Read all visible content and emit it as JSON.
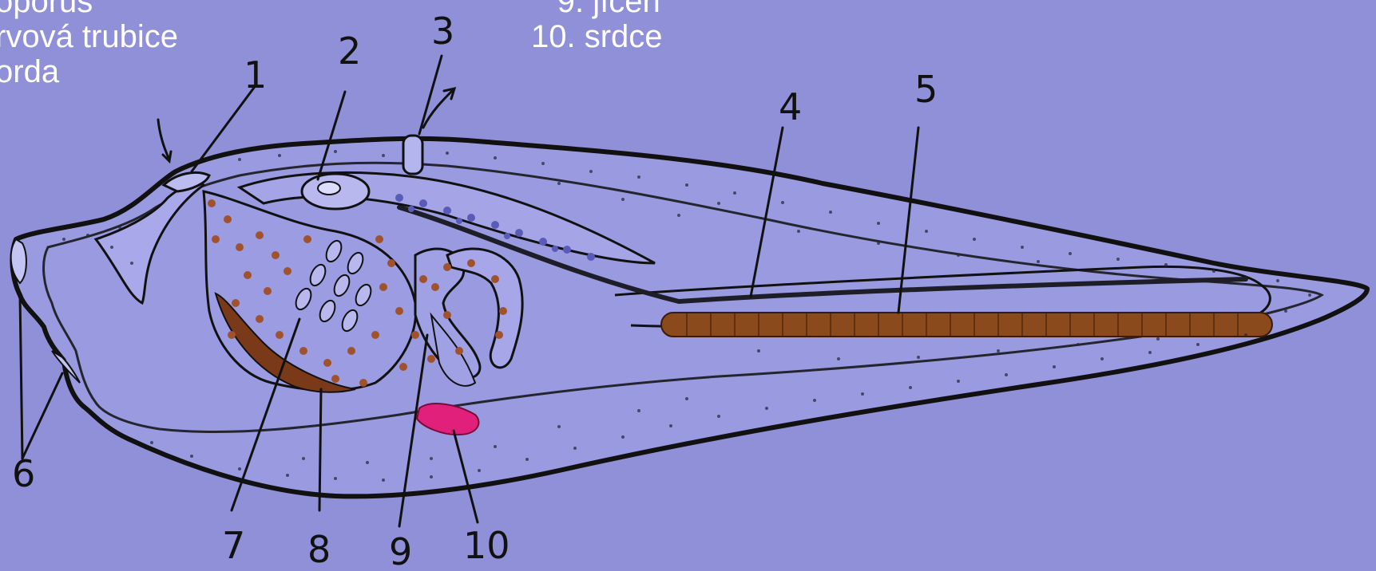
{
  "legend": {
    "left_lines": [
      "oporus",
      "rvová trubice",
      "orda"
    ],
    "right_lines": [
      "9. jícen",
      "10. srdce"
    ]
  },
  "numbers": [
    "1",
    "2",
    "3",
    "4",
    "5",
    "6",
    "7",
    "8",
    "9",
    "10"
  ],
  "colors": {
    "background": "#9090d8",
    "body_fill": "#9a9ae0",
    "outline": "#111111",
    "dots": "#2a2a40",
    "notochord": "#8a4a1c",
    "nerve_cord": "#1e1e28",
    "gut_dots": "#a0522d",
    "endostyle": "#7a3a1a",
    "heart": "#e0207a",
    "pharynx_dots": "#5a5ab8",
    "legend_text": "#ffffff"
  }
}
